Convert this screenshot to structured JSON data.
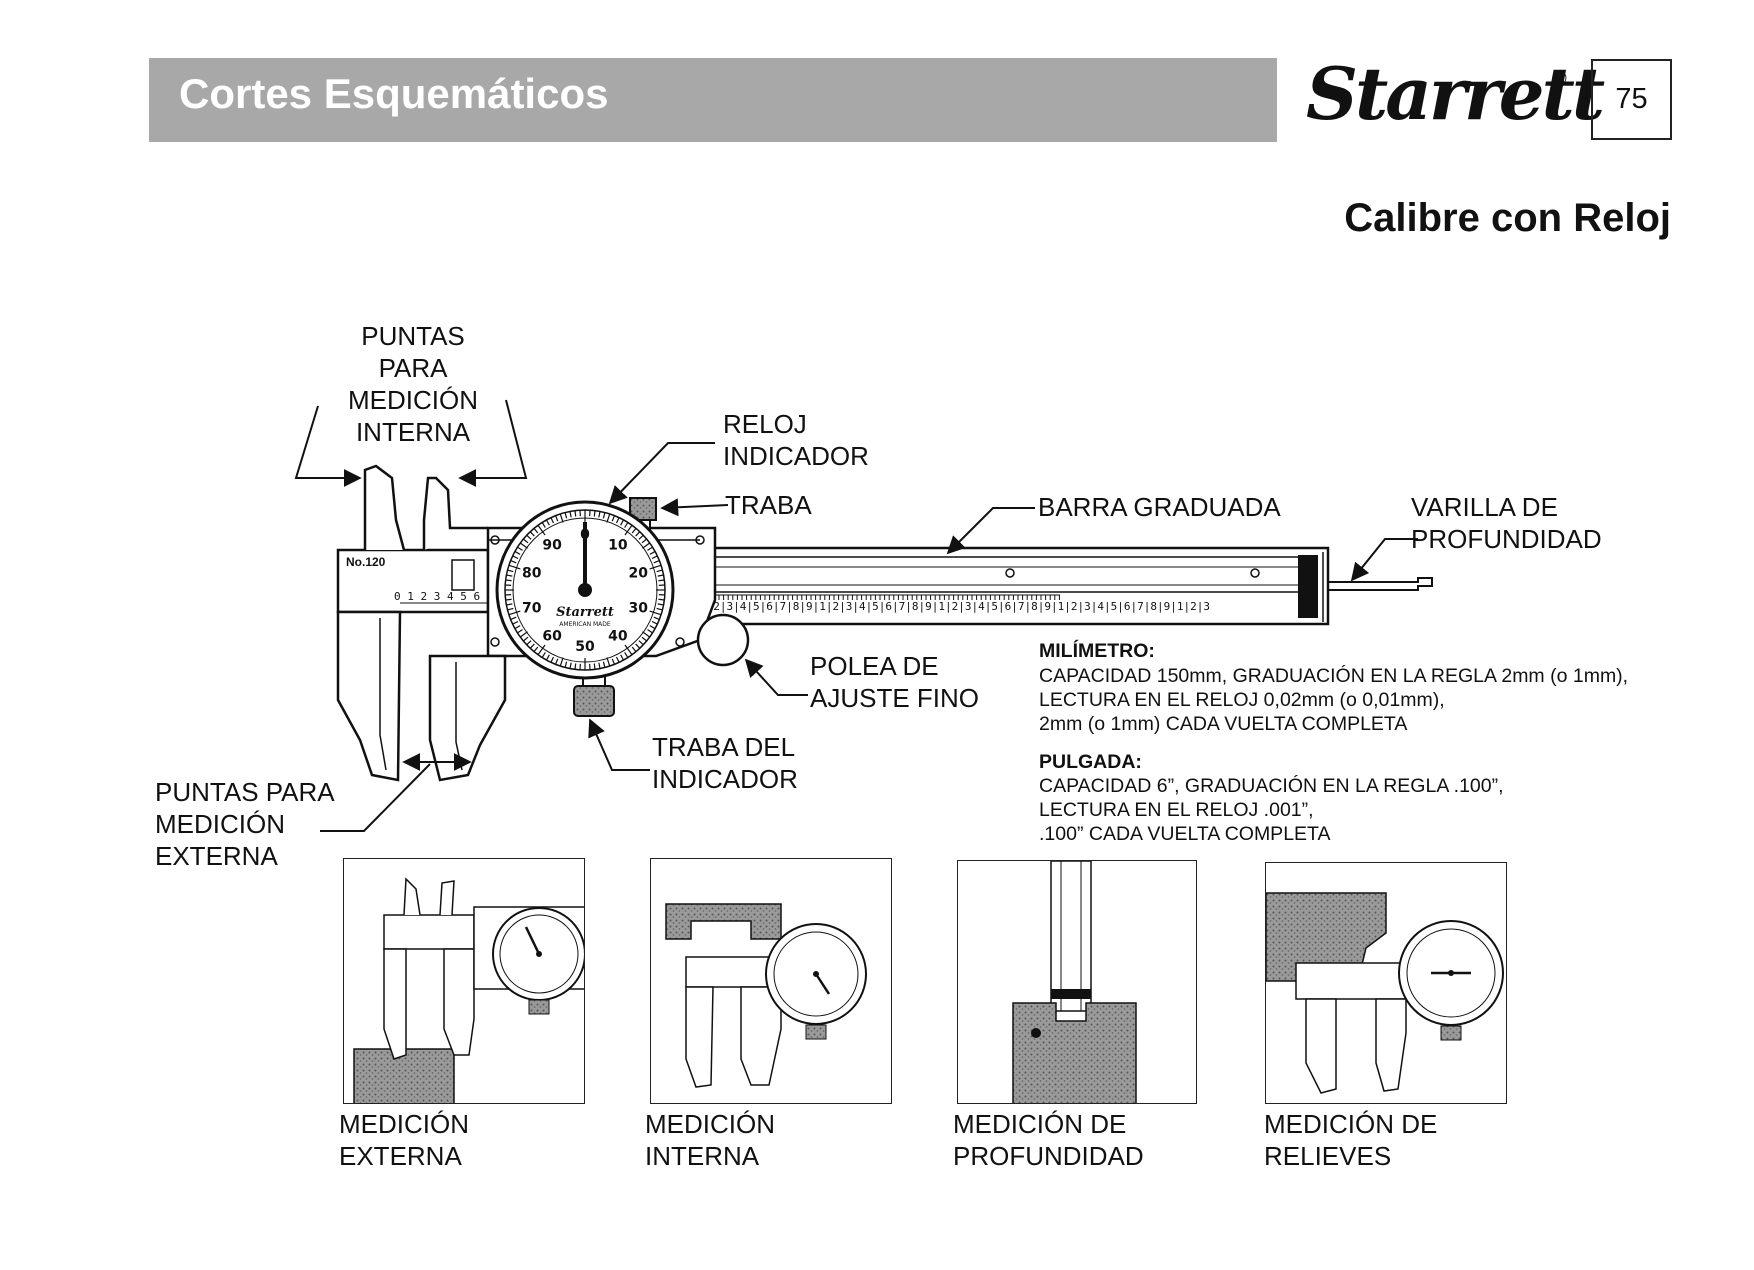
{
  "header": {
    "section_title": "Cortes Esquemáticos",
    "brand": "Starrett",
    "registered_mark": "®",
    "page_number": "75"
  },
  "subtitle": "Calibre con Reloj",
  "callouts": {
    "inner_jaws": [
      "PUNTAS",
      "PARA",
      "MEDICIÓN",
      "INTERNA"
    ],
    "dial": [
      "RELOJ",
      "INDICADOR"
    ],
    "lock": "TRABA",
    "bar": "BARRA GRADUADA",
    "depth_rod": [
      "VARILLA DE",
      "PROFUNDIDAD"
    ],
    "thumb_roller": [
      "POLEA DE",
      "AJUSTE FINO"
    ],
    "dial_lock": [
      "TRABA DEL",
      "INDICADOR"
    ],
    "outer_jaws": [
      "PUNTAS PARA",
      "MEDICIÓN",
      "EXTERNA"
    ]
  },
  "caliper_marks": {
    "model": "No.120",
    "dial_numbers": [
      "0",
      "10",
      "20",
      "30",
      "40",
      "50",
      "60",
      "70",
      "80",
      "90"
    ],
    "dial_brand": "Starrett",
    "dial_sub": "AMERICAN MADE"
  },
  "specs": {
    "mm_title": "MILÍMETRO:",
    "mm_lines": [
      "CAPACIDAD 150mm, GRADUACIÓN EN LA REGLA 2mm (o 1mm),",
      "LECTURA EN EL RELOJ  0,02mm (o 0,01mm),",
      "2mm (o 1mm) CADA VUELTA COMPLETA"
    ],
    "inch_title": "PULGADA:",
    "inch_lines": [
      "CAPACIDAD 6”, GRADUACIÓN EN LA REGLA .100”,",
      "LECTURA EN EL RELOJ .001”,",
      ".100” CADA VUELTA COMPLETA"
    ]
  },
  "panels": [
    {
      "caption": [
        "MEDICIÓN",
        "EXTERNA"
      ]
    },
    {
      "caption": [
        "MEDICIÓN",
        "INTERNA"
      ]
    },
    {
      "caption": [
        "MEDICIÓN DE",
        "PROFUNDIDAD"
      ]
    },
    {
      "caption": [
        "MEDICIÓN DE",
        "RELIEVES"
      ]
    }
  ]
}
